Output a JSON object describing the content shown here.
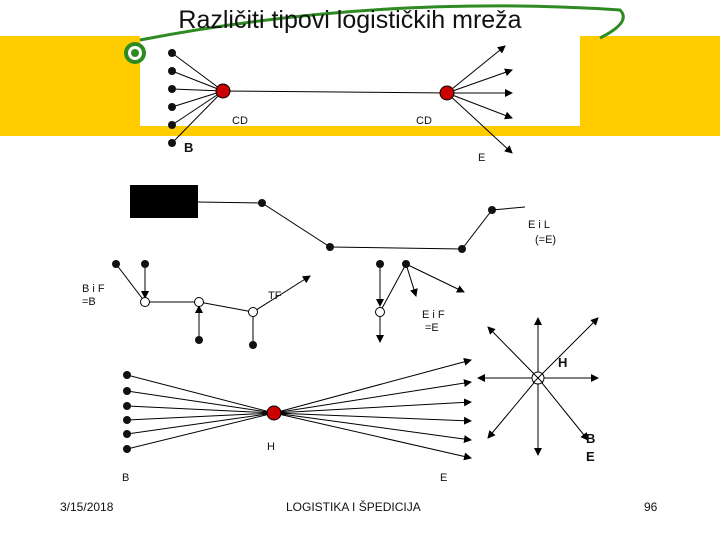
{
  "slide": {
    "title": "Različiti tipovi logističkih mreža",
    "footer": {
      "date": "3/15/2018",
      "course": "LOGISTIKA I ŠPEDICIJA",
      "page": "96"
    }
  },
  "diagram": {
    "labels": {
      "cd_left": "CD",
      "cd_right": "CD",
      "b_top": "B",
      "e_top": "E",
      "e_i_l": "E i L",
      "e_i_l_eq": "(=E)",
      "b_i_f": "B i F",
      "b_i_f_eq": "=B",
      "tf": "TF",
      "e_i_f": "E i F",
      "e_i_f_eq": "=E",
      "h_right": "H",
      "b_right": "B",
      "e_right": "E",
      "h_bottom": "H",
      "b_bottom": "B",
      "e_bottom": "E"
    },
    "colors": {
      "node": "#111111",
      "hub": "#cc0000",
      "band": "#ffcc00",
      "logo_ring": "#2e8b22"
    }
  }
}
